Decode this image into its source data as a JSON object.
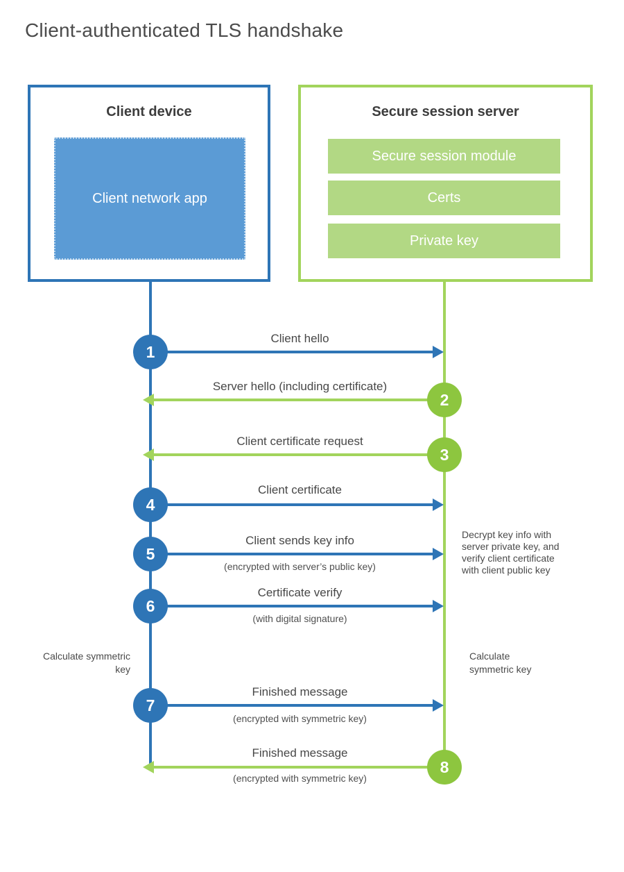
{
  "title": "Client-authenticated TLS handshake",
  "colors": {
    "blue": "#2e75b6",
    "blue_fill": "#5b9bd5",
    "green": "#a2d45c",
    "green_circle": "#8dc63f",
    "green_fill": "#b2d884"
  },
  "client_box": {
    "title": "Client device",
    "app_label": "Client network app"
  },
  "server_box": {
    "title": "Secure session server",
    "modules": [
      "Secure session module",
      "Certs",
      "Private key"
    ]
  },
  "steps": [
    {
      "num": "1",
      "label": "Client hello",
      "sub": "",
      "direction": "client-to-server"
    },
    {
      "num": "2",
      "label": "Server hello (including certificate)",
      "sub": "",
      "direction": "server-to-client"
    },
    {
      "num": "3",
      "label": "Client certificate request",
      "sub": "",
      "direction": "server-to-client"
    },
    {
      "num": "4",
      "label": "Client certificate",
      "sub": "",
      "direction": "client-to-server"
    },
    {
      "num": "5",
      "label": "Client sends key info",
      "sub": "(encrypted with server’s public key)",
      "direction": "client-to-server"
    },
    {
      "num": "6",
      "label": "Certificate verify",
      "sub": "(with digital signature)",
      "direction": "client-to-server"
    },
    {
      "num": "7",
      "label": "Finished message",
      "sub": "(encrypted with symmetric key)",
      "direction": "client-to-server"
    },
    {
      "num": "8",
      "label": "Finished message",
      "sub": "(encrypted with symmetric key)",
      "direction": "server-to-client"
    }
  ],
  "annotations": {
    "server_note": "Decrypt key info with server private key, and verify client certificate with client public key",
    "client_calc": "Calculate symmetric key",
    "server_calc": "Calculate symmetric key"
  }
}
